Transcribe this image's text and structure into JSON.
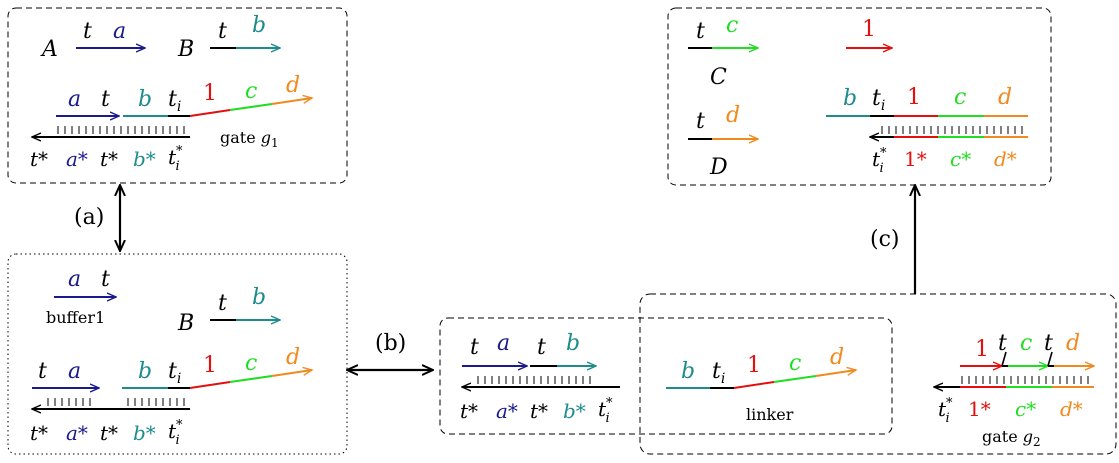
{
  "colors": {
    "a": "#1a1a8c",
    "t": "#000000",
    "b": "#1e8c8c",
    "ti": "#000000",
    "one": "#e31010",
    "c": "#22dd22",
    "d": "#f08a1e"
  },
  "domains": {
    "t": "t",
    "a": "a",
    "b": "b",
    "ti_base": "t",
    "ti_sub": "i",
    "one": "1",
    "c": "c",
    "d": "d"
  },
  "complements": {
    "t": "t*",
    "a": "a*",
    "b": "b*",
    "ti_base": "t",
    "ti_sub": "i",
    "ti_sup": "*",
    "one": "1*",
    "c": "c*",
    "d": "d*"
  },
  "species": {
    "A": "A",
    "B": "B",
    "C": "C",
    "D": "D"
  },
  "labels": {
    "gate_g1_text": "gate ",
    "gate_g1_var": "g",
    "gate_g1_sub": "1",
    "gate_g2_text": "gate ",
    "gate_g2_var": "g",
    "gate_g2_sub": "2",
    "buffer": "buffer1",
    "linker": "linker"
  },
  "transitions": {
    "a": "(a)",
    "b": "(b)",
    "c": "(c)"
  }
}
